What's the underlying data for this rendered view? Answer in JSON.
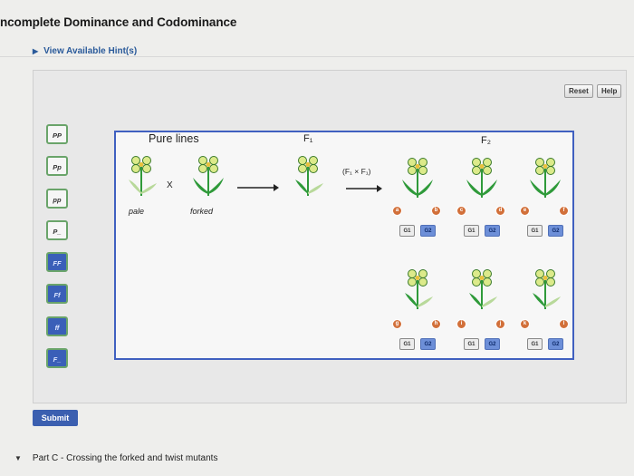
{
  "header": {
    "title": "ncomplete Dominance and Codominance"
  },
  "hints": {
    "label": "View Available Hint(s)"
  },
  "toolbar": {
    "reset_label": "Reset",
    "help_label": "Help"
  },
  "genotypes": [
    {
      "label": "PP",
      "selected": false
    },
    {
      "label": "Pp",
      "selected": false
    },
    {
      "label": "pp",
      "selected": false
    },
    {
      "label": "P_",
      "selected": false
    },
    {
      "label": "FF",
      "selected": true
    },
    {
      "label": "Ff",
      "selected": true
    },
    {
      "label": "ff",
      "selected": true
    },
    {
      "label": "F_",
      "selected": true
    }
  ],
  "stage": {
    "pure_lines": "Pure lines",
    "f1": "F₁",
    "cross": "(F₁ × F₁)",
    "f2": "F₂",
    "x": "X",
    "pale": "pale",
    "forked": "forked"
  },
  "f2_slots": {
    "row1": [
      "a",
      "b",
      "c",
      "d",
      "e",
      "f"
    ],
    "row2": [
      "g",
      "h",
      "i",
      "j",
      "k",
      "l"
    ]
  },
  "g_labels": {
    "g1": "G1",
    "g2": "G2"
  },
  "actions": {
    "submit_label": "Submit"
  },
  "part_c": {
    "label": "Part C - Crossing the forked and twist mutants"
  },
  "colors": {
    "accent": "#3b5fb0",
    "tile_border": "#6aa46a",
    "slot": "#d2703a"
  }
}
